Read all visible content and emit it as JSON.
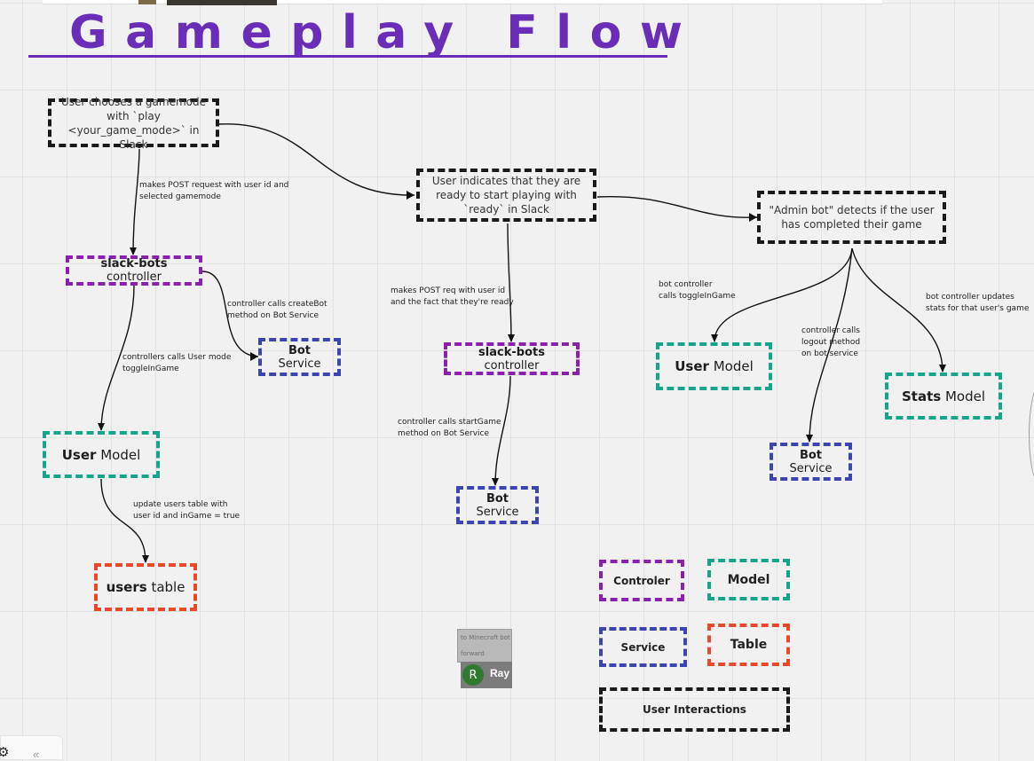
{
  "title": "Gameplay Flow",
  "colors": {
    "title": "#6a2db8",
    "user_interaction": "#1a1a1a",
    "controller": "#8a1fb0",
    "model": "#14a58a",
    "service": "#3b44b0",
    "table": "#e9482a"
  },
  "nodes": {
    "choose_mode": "User chooses a gamemode with `play <your_game_mode>` in Slack",
    "ready": "User indicates that they are ready to start playing with `ready` in Slack",
    "admin_bot": "\"Admin bot\" detects if the user has completed their game",
    "slack_bots_controller_1": {
      "bold": "slack-bots",
      "rest": " controller"
    },
    "bot_service_1": {
      "bold": "Bot",
      "rest": " Service"
    },
    "user_model_1": {
      "bold": "User",
      "rest": " Model"
    },
    "users_table": {
      "bold": "users",
      "rest": " table"
    },
    "slack_bots_controller_2": {
      "bold": "slack-bots",
      "rest": " controller"
    },
    "bot_service_2": {
      "bold": "Bot",
      "rest": " Service"
    },
    "user_model_2": {
      "bold": "User",
      "rest": " Model"
    },
    "stats_model": {
      "bold": "Stats",
      "rest": " Model"
    },
    "bot_service_3": {
      "bold": "Bot",
      "rest": " Service"
    }
  },
  "edge_labels": {
    "post_request": [
      "makes POST request with user id and",
      "selected gamemode"
    ],
    "create_bot": [
      "controller calls createBot",
      "method on Bot Service"
    ],
    "toggle_in_game": [
      "controllers calls User mode",
      "toggleInGame"
    ],
    "update_users": [
      "update users table with",
      "user id and inGame = true"
    ],
    "post_ready": [
      "makes POST req with user id",
      "and the fact that they're ready"
    ],
    "start_game": [
      "controller calls startGame",
      "method on Bot Service"
    ],
    "bot_toggle": [
      "bot controller",
      "calls toggleInGame"
    ],
    "logout": [
      "controller calls",
      "logout method",
      "on bot service"
    ],
    "update_stats": [
      "bot controller updates",
      "stats for that user's game"
    ]
  },
  "legend": {
    "controller": "Controler",
    "model": "Model",
    "service": "Service",
    "table": "Table",
    "user_interactions": "User Interactions"
  },
  "sticky_note": {
    "line1": "to Minecraft bot",
    "line2": "forward"
  },
  "collaborator": {
    "initial": "R",
    "name": "Ray"
  },
  "toolbar": {
    "settings_icon": "gear-icon",
    "collapse_icon": "chevron-double-left-icon",
    "collapse_glyph": "«"
  }
}
